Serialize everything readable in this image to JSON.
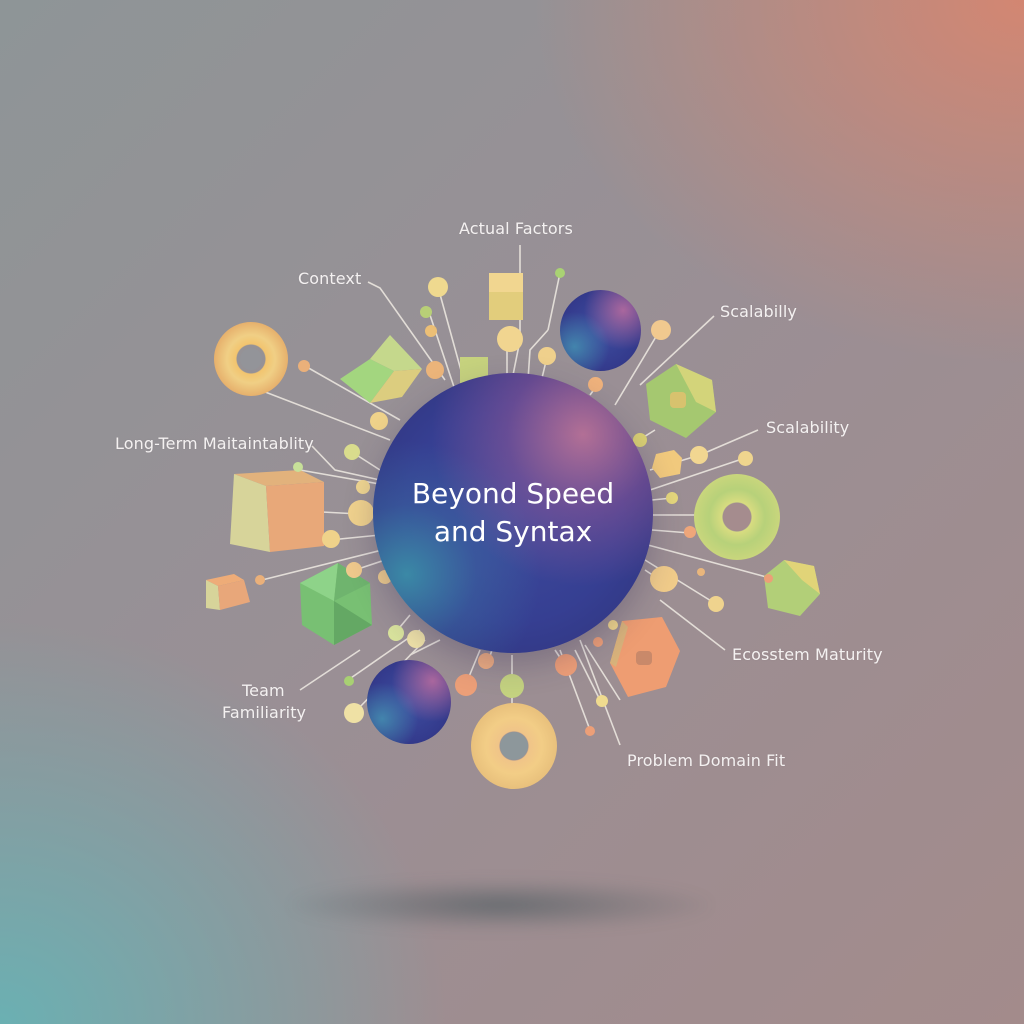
{
  "diagram": {
    "title_line1": "Beyond Speed",
    "title_line2": "and Syntax",
    "labels": [
      {
        "id": "actual-factors",
        "text": "Actual Factors"
      },
      {
        "id": "context",
        "text": "Context"
      },
      {
        "id": "scalabilly",
        "text": "Scalabilly"
      },
      {
        "id": "scalability",
        "text": "Scalability"
      },
      {
        "id": "long-term-maintainability",
        "text": "Long-Term Maitaintablity"
      },
      {
        "id": "team-familiarity-line1",
        "text": "Team"
      },
      {
        "id": "team-familiarity-line2",
        "text": "Familiarity"
      },
      {
        "id": "ecosystem-maturity",
        "text": "Ecosstem Maturity"
      },
      {
        "id": "problem-domain-fit",
        "text": "Problem Domain Fit"
      }
    ],
    "colors": {
      "hub_blue": "#363f92",
      "hub_magenta": "#c8789a",
      "hub_teal": "#3c96aa",
      "shape_yellow": "#efd489",
      "shape_green": "#9ccf78",
      "shape_orange": "#ee9e70",
      "connector": "#ebe6df",
      "label_text": "#f4f1f1",
      "bg_top_right": "#d68670",
      "bg_bottom_left": "#68b2b4",
      "bg_mid": "#969196"
    }
  }
}
